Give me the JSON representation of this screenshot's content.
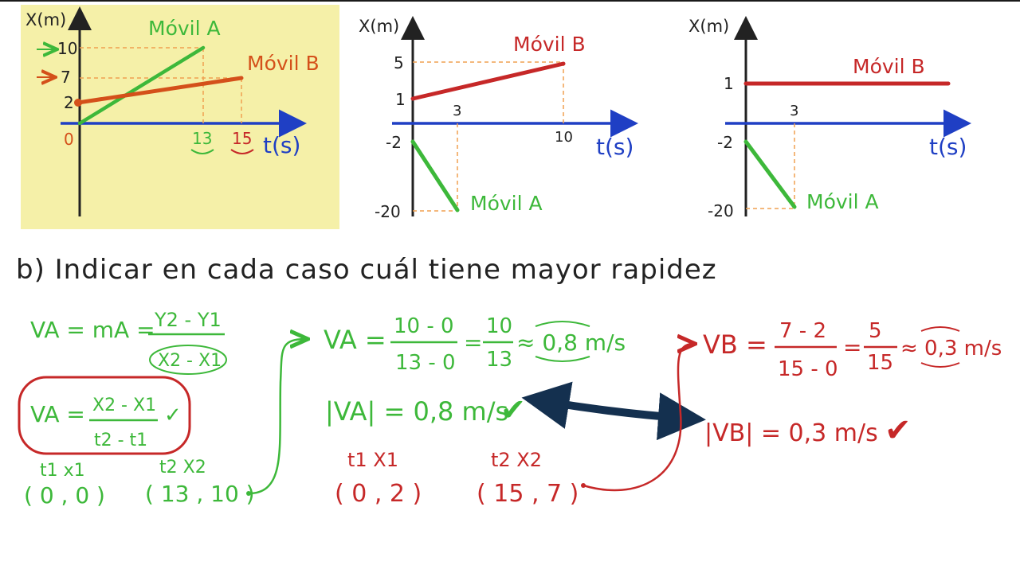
{
  "colors": {
    "green": "#3db83a",
    "red": "#c62828",
    "orange": "#d4501a",
    "blue": "#1f3fc4",
    "navy": "#14304f",
    "dash": "#f0a050",
    "highlight": "#f5f0a8",
    "ink": "#222222"
  },
  "graph1": {
    "y_label": "X(m)",
    "x_label": "t(s)",
    "origin_label": "0",
    "y_ticks": [
      "10",
      "7",
      "2"
    ],
    "x_ticks": [
      "13",
      "15"
    ],
    "series_a": "Móvil A",
    "series_b": "Móvil B"
  },
  "graph2": {
    "y_label": "X(m)",
    "x_label": "t(s)",
    "y_ticks": [
      "5",
      "1",
      "-2",
      "-20"
    ],
    "x_ticks": [
      "3",
      "10"
    ],
    "series_a": "Móvil A",
    "series_b": "Móvil B"
  },
  "graph3": {
    "y_label": "X(m)",
    "x_label": "t(s)",
    "y_ticks": [
      "1",
      "-2",
      "-20"
    ],
    "x_ticks": [
      "3"
    ],
    "series_a": "Móvil A",
    "series_b": "Móvil B"
  },
  "heading": "b) Indicar en cada caso cuál tiene mayor rapidez",
  "left_notes": {
    "line1_a": "VA = mA =",
    "line1_num": "Y2 - Y1",
    "line1_den": "X2 - X1",
    "boxed_lhs": "VA =",
    "boxed_num": "X2 - X1",
    "boxed_den": "t2 - t1",
    "check": "✓",
    "t1x1": "t1  x1",
    "point1": "( 0 , 0 )",
    "t2x2": "t2  X2",
    "point2": "( 13 , 10 )"
  },
  "middle_notes": {
    "lhs": "VA =",
    "num1": "10 - 0",
    "den1": "13 - 0",
    "eq": "=",
    "num2": "10",
    "den2": "13",
    "approx": "≈ 0,8 m/s",
    "abs": "|VA| = 0,8 m/s",
    "check": "✔",
    "t1x1": "t1  X1",
    "point1": "( 0 , 2 )",
    "t2x2": "t2  X2",
    "point2": "( 15 , 7 )"
  },
  "right_notes": {
    "lhs": "VB =",
    "num1": "7 - 2",
    "den1": "15 - 0",
    "eq": "=",
    "num2": "5",
    "den2": "15",
    "approx": "≈ 0,3 m/s",
    "abs": "|VB| = 0,3 m/s",
    "check": "✔"
  }
}
